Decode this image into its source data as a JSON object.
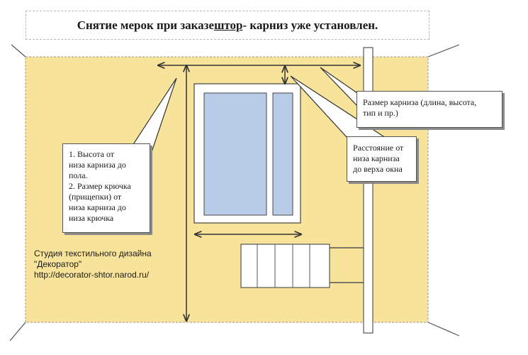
{
  "title": {
    "before": "Снятие мерок при заказе ",
    "underlined": "штор",
    "after": " - карниз уже установлен."
  },
  "callouts": {
    "left": [
      "1. Высота от",
      "низа  карниза до",
      "пола.",
      "2. Размер крючка",
      "(прищепки) от",
      "низа карниза до",
      "низа крючка"
    ],
    "rod_size": [
      "Размер карниза (длина, высота,",
      "тип и пр.)"
    ],
    "distance": [
      "Расстояние от",
      "низа карниза",
      "до верха окна"
    ]
  },
  "studio": [
    "Студия текстильного дизайна",
    "\"Декоратор\"",
    "http://decorator-shtor.narod.ru/"
  ],
  "colors": {
    "wall": "#f7e39a",
    "glass": "#b8cbe7",
    "frame": "#ffffff",
    "line": "#333333"
  }
}
